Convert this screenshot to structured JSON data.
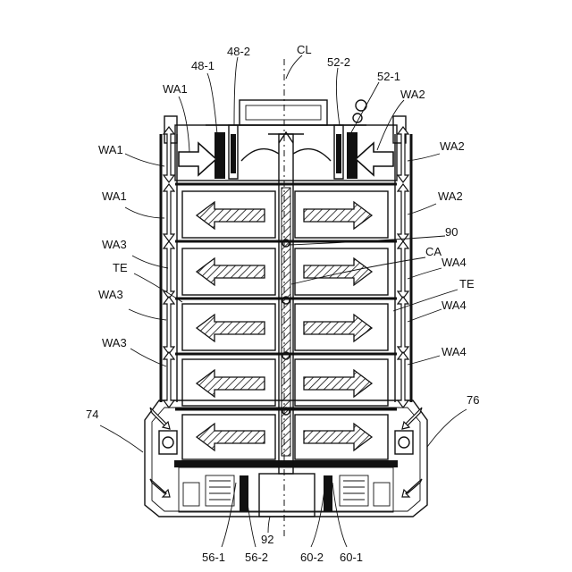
{
  "labels": {
    "cl": "CL",
    "l48_1": "48-1",
    "l48_2": "48-2",
    "l52_1": "52-1",
    "l52_2": "52-2",
    "wa1_a": "WA1",
    "wa1_b": "WA1",
    "wa1_c": "WA1",
    "wa2_a": "WA2",
    "wa2_b": "WA2",
    "wa2_c": "WA2",
    "wa3_a": "WA3",
    "wa3_b": "WA3",
    "wa3_c": "WA3",
    "wa4_a": "WA4",
    "wa4_b": "WA4",
    "wa4_c": "WA4",
    "te_left": "TE",
    "te_right": "TE",
    "l90": "90",
    "ca": "CA",
    "l74": "74",
    "l76": "76",
    "l56_1": "56-1",
    "l56_2": "56-2",
    "l92": "92",
    "l60_2": "60-2",
    "l60_1": "60-1"
  }
}
